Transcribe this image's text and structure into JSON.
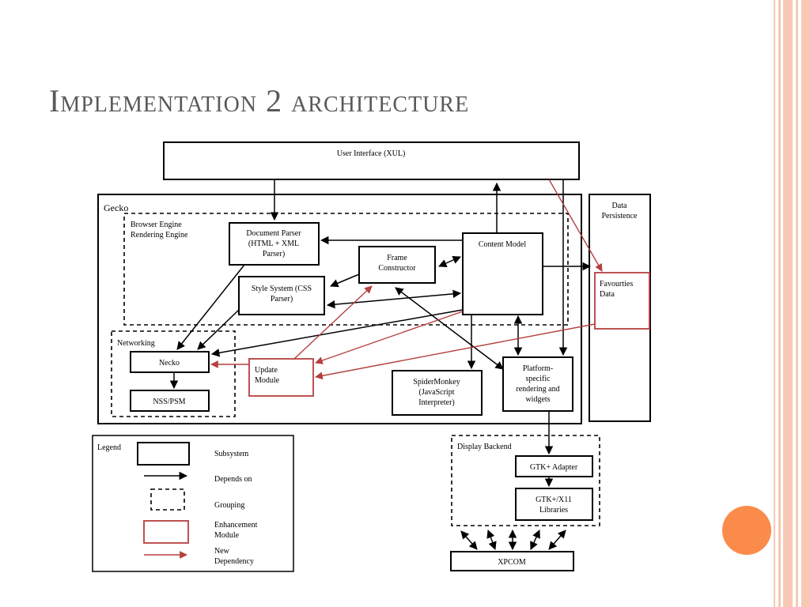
{
  "slide": {
    "title": "Implementation 2 architecture",
    "colors": {
      "accent": "#fb8b4a",
      "stripe": "#f7c9b4",
      "enhancement": "#b5403f"
    }
  },
  "diagram": {
    "user_interface": "User Interface (XUL)",
    "gecko": "Gecko",
    "browser_engine_1": "Browser Engine",
    "browser_engine_2": "Rendering Engine",
    "document_parser_1": "Document Parser",
    "document_parser_2": "(HTML + XML",
    "document_parser_3": "Parser)",
    "frame_constructor_1": "Frame",
    "frame_constructor_2": "Constructor",
    "content_model": "Content Model",
    "style_system_1": "Style System (CSS",
    "style_system_2": "Parser)",
    "networking": "Networking",
    "necko": "Necko",
    "nss_psm": "NSS/PSM",
    "update_module_1": "Update",
    "update_module_2": "Module",
    "spidermonkey_1": "SpiderMonkey",
    "spidermonkey_2": "(JavaScript",
    "spidermonkey_3": "Interpreter)",
    "platform_1": "Platform-",
    "platform_2": "specific",
    "platform_3": "rendering and",
    "platform_4": "widgets",
    "data_persistence_1": "Data",
    "data_persistence_2": "Persistence",
    "favourites_1": "Favourties",
    "favourites_2": "Data",
    "display_backend": "Display Backend",
    "gtk_adapter": "GTK+ Adapter",
    "gtk_libs_1": "GTK+/X11",
    "gtk_libs_2": "Libraries",
    "xpcom": "XPCOM"
  },
  "legend": {
    "title": "Legend",
    "subsystem": "Subsystem",
    "depends_on": "Depends on",
    "grouping": "Grouping",
    "enhancement_1": "Enhancement",
    "enhancement_2": "Module",
    "new_dep_1": "New",
    "new_dep_2": "Dependency"
  }
}
